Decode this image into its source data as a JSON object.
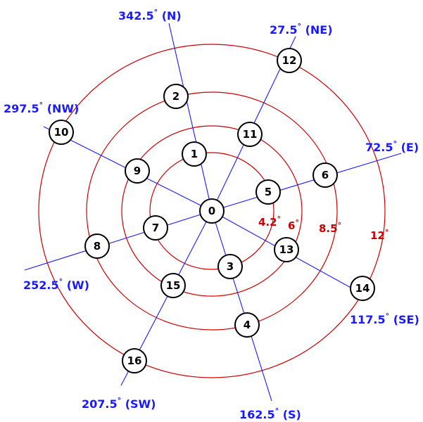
{
  "colors": {
    "ring": "#cc0000",
    "spoke": "#1a1aff",
    "node": "#000000"
  },
  "rings": [
    {
      "value": "4.2",
      "label": "4.2"
    },
    {
      "value": "6",
      "label": "6"
    },
    {
      "value": "8.5",
      "label": "8.5"
    },
    {
      "value": "12",
      "label": "12"
    }
  ],
  "directions": [
    {
      "value": "342.5",
      "suffix": "(N)"
    },
    {
      "value": "27.5",
      "suffix": "(NE)"
    },
    {
      "value": "72.5",
      "suffix": "(E)"
    },
    {
      "value": "117.5",
      "suffix": "(SE)"
    },
    {
      "value": "162.5",
      "suffix": "(S)"
    },
    {
      "value": "207.5",
      "suffix": "(SW)"
    },
    {
      "value": "252.5",
      "suffix": "(W)"
    },
    {
      "value": "297.5",
      "suffix": "(NW)"
    }
  ],
  "nodes": [
    {
      "label": "0"
    },
    {
      "label": "1"
    },
    {
      "label": "2"
    },
    {
      "label": "3"
    },
    {
      "label": "4"
    },
    {
      "label": "5"
    },
    {
      "label": "6"
    },
    {
      "label": "7"
    },
    {
      "label": "8"
    },
    {
      "label": "9"
    },
    {
      "label": "10"
    },
    {
      "label": "11"
    },
    {
      "label": "12"
    },
    {
      "label": "13"
    },
    {
      "label": "14"
    },
    {
      "label": "15"
    },
    {
      "label": "16"
    }
  ]
}
